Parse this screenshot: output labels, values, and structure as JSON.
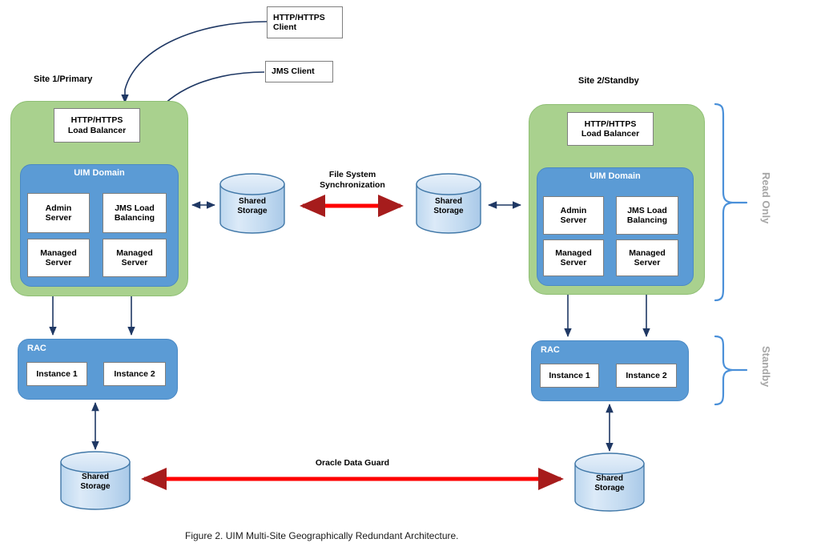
{
  "figure": {
    "caption": "Figure 2. UIM Multi-Site Geographically Redundant Architecture."
  },
  "colors": {
    "site_green": "#A9D18E",
    "domain_blue": "#5B9BD5",
    "cylinder_blue": "#C6DBF0",
    "cylinder_stroke": "#4178A8",
    "arrow_dark": "#1F3864",
    "sync_red": "#FF0000",
    "sync_red_head": "#A61C1C",
    "brace_blue": "#4A90D9",
    "brace_text_gray": "#A6A6A6"
  },
  "clients": [
    {
      "name": "http-https-client",
      "label": "HTTP/HTTPS\nClient"
    },
    {
      "name": "jms-client",
      "label": "JMS Client"
    }
  ],
  "sites": [
    {
      "id": "site-1",
      "title": "Site 1/Primary",
      "load_balancer": "HTTP/HTTPS\nLoad Balancer",
      "domain_title": "UIM Domain",
      "servers": [
        "Admin\nServer",
        "JMS Load\nBalancing",
        "Managed\nServer",
        "Managed\nServer"
      ],
      "rac_title": "RAC",
      "rac_instances": [
        "Instance 1",
        "Instance 2"
      ],
      "shared_storage_label": "Shared\nStorage",
      "db_storage_label": "Shared\nStorage"
    },
    {
      "id": "site-2",
      "title": "Site 2/Standby",
      "load_balancer": "HTTP/HTTPS\nLoad Balancer",
      "domain_title": "UIM Domain",
      "servers": [
        "Admin\nServer",
        "JMS Load\nBalancing",
        "Managed\nServer",
        "Managed\nServer"
      ],
      "rac_title": "RAC",
      "rac_instances": [
        "Instance 1",
        "Instance 2"
      ],
      "shared_storage_label": "Shared\nStorage",
      "db_storage_label": "Shared\nStorage"
    }
  ],
  "connections": {
    "file_system_sync": "File System\nSynchronization",
    "oracle_data_guard": "Oracle Data Guard"
  },
  "braces": [
    {
      "name": "read-only-brace",
      "label": "Read Only"
    },
    {
      "name": "standby-brace",
      "label": "Standby"
    }
  ]
}
